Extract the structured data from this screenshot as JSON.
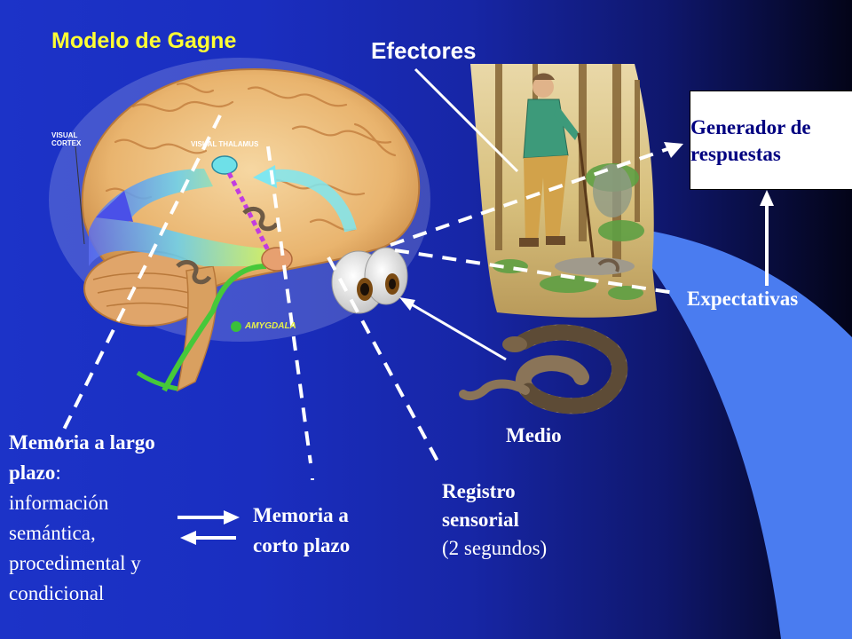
{
  "title": "Modelo de Gagne",
  "brain_labels": {
    "visual_cortex": "VISUAL CORTEX",
    "visual_thalamus": "VISUAL THALAMUS",
    "amygdala": "AMYGDALA"
  },
  "efectores": "Efectores",
  "generador": {
    "line1": "Generador de",
    "line2": "respuestas"
  },
  "expectativas": "Expectativas",
  "medio": "Medio",
  "memoria_largo": {
    "heading_line1": "Memoria a largo",
    "heading_line2": "plazo",
    "colon": ":",
    "line3": "información",
    "line4": "semántica,",
    "line5": "procedimental y",
    "line6": "condicional"
  },
  "memoria_corto": {
    "line1": "Memoria a",
    "line2": "corto plazo"
  },
  "registro": {
    "line1": "Registro",
    "line2": "sensorial",
    "line3": "(2 segundos)"
  },
  "colors": {
    "title": "#ffff33",
    "background_left": "#1c33c8",
    "background_right": "#030418",
    "box_text": "#000080",
    "light_band": "#4a7cf0"
  }
}
